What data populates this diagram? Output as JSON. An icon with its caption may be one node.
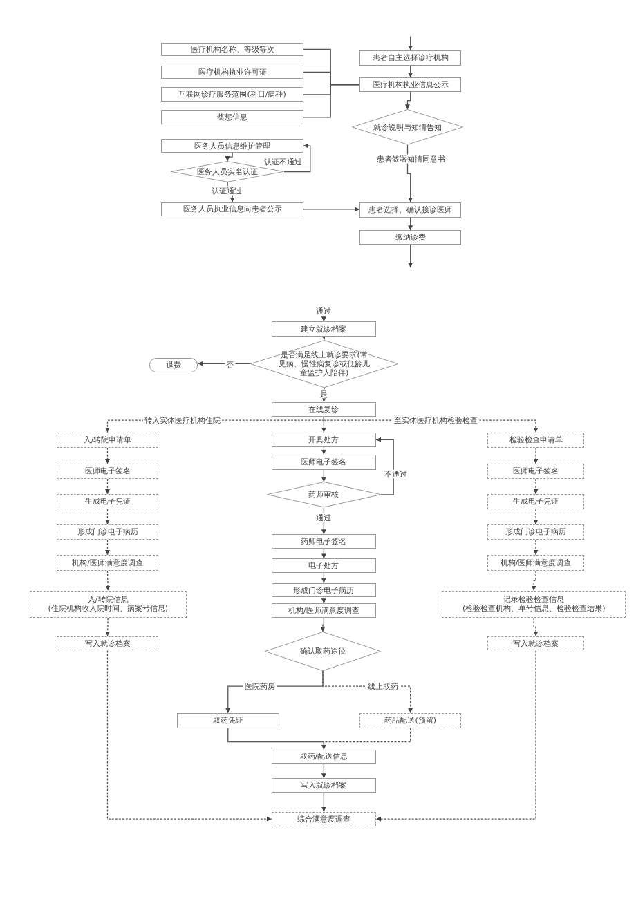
{
  "diagram": {
    "nodes": [
      {
        "text": [
          "医疗机构名称、等级等次"
        ]
      },
      {
        "text": [
          "医疗机构执业许可证"
        ]
      },
      {
        "text": [
          "互联网诊疗服务范围(科目/病种)"
        ]
      },
      {
        "text": [
          "奖惩信息"
        ]
      },
      {
        "text": [
          "患者自主选择诊疗机构"
        ]
      },
      {
        "text": [
          "医疗机构执业信息公示"
        ]
      },
      {
        "text": [
          "就诊说明与知情告知"
        ]
      },
      {
        "text": [
          "医务人员信息维护管理"
        ]
      },
      {
        "text": [
          "医务人员实名认证"
        ]
      },
      {
        "text": [
          "医务人员执业信息向患者公示"
        ]
      },
      {
        "text": [
          "患者选择、确认接诊医师"
        ]
      },
      {
        "text": [
          "缴纳诊费"
        ]
      },
      {
        "text": [
          "建立就诊档案"
        ]
      },
      {
        "text": [
          "是否满足线上就诊要求(常见病、慢性病复诊或低龄儿童监护人陪伴)"
        ]
      },
      {
        "text": [
          "退费"
        ]
      },
      {
        "text": [
          "在线复诊"
        ]
      },
      {
        "text": [
          "入/转院申请单"
        ]
      },
      {
        "text": [
          "医师电子签名"
        ]
      },
      {
        "text": [
          "生成电子凭证"
        ]
      },
      {
        "text": [
          "形成门诊电子病历"
        ]
      },
      {
        "text": [
          "机构/医师满意度调查"
        ]
      },
      {
        "text": [
          "入/转院信息",
          "(住院机构收入院时间、病案号信息)"
        ]
      },
      {
        "text": [
          "写入就诊档案"
        ]
      },
      {
        "text": [
          "开具处方"
        ]
      },
      {
        "text": [
          "医师电子签名"
        ]
      },
      {
        "text": [
          "药师审核"
        ]
      },
      {
        "text": [
          "药师电子签名"
        ]
      },
      {
        "text": [
          "电子处方"
        ]
      },
      {
        "text": [
          "形成门诊电子病历"
        ]
      },
      {
        "text": [
          "机构/医师满意度调查"
        ]
      },
      {
        "text": [
          "确认取药途径"
        ]
      },
      {
        "text": [
          "取药凭证"
        ]
      },
      {
        "text": [
          "药品配送(预留)"
        ]
      },
      {
        "text": [
          "取药/配送信息"
        ]
      },
      {
        "text": [
          "写入就诊档案"
        ]
      },
      {
        "text": [
          "综合满意度调查"
        ]
      },
      {
        "text": [
          "检验检查申请单"
        ]
      },
      {
        "text": [
          "医师电子签名"
        ]
      },
      {
        "text": [
          "生成电子凭证"
        ]
      },
      {
        "text": [
          "形成门诊电子病历"
        ]
      },
      {
        "text": [
          "机构/医师满意度调查"
        ]
      },
      {
        "text": [
          "记录检验检查信息",
          "(检验检查机构、单号信息、检验检查结果)"
        ]
      },
      {
        "text": [
          "写入就诊档案"
        ]
      }
    ],
    "edges": [
      {
        "from": 0,
        "to": 5,
        "arrow": "none"
      },
      {
        "from": 1,
        "to": 5,
        "arrow": "none"
      },
      {
        "from": 2,
        "to": 5,
        "arrow": "none"
      },
      {
        "from": 3,
        "to": 5,
        "arrow": "none"
      },
      {
        "from": null,
        "to": 4,
        "arrow": "to"
      },
      {
        "from": 4,
        "to": 5,
        "arrow": "to"
      },
      {
        "from": 5,
        "to": 6,
        "arrow": "to"
      },
      {
        "from": 6,
        "to": 10,
        "arrow": "to",
        "label": "患者签署知情同意书"
      },
      {
        "from": 10,
        "to": 11,
        "arrow": "to"
      },
      {
        "from": 11,
        "to": null,
        "arrow": "to"
      },
      {
        "from": 7,
        "to": 8,
        "arrow": "to"
      },
      {
        "from": 8,
        "to": 7,
        "arrow": "to",
        "label": "认证不通过"
      },
      {
        "from": 8,
        "to": 9,
        "arrow": "to",
        "label": "认证通过"
      },
      {
        "from": 9,
        "to": 10,
        "arrow": "to"
      },
      {
        "from": null,
        "to": 12,
        "arrow": "to",
        "label": "通过"
      },
      {
        "from": 12,
        "to": 13,
        "arrow": "to"
      },
      {
        "from": 13,
        "to": 14,
        "arrow": "to",
        "label": "否"
      },
      {
        "from": 13,
        "to": 15,
        "arrow": "to",
        "label": "是"
      },
      {
        "from": 15,
        "to": 23,
        "arrow": "to"
      },
      {
        "from": 15,
        "to": 16,
        "arrow": "to",
        "style": "dashed",
        "label": "转入实体医疗机构住院"
      },
      {
        "from": 15,
        "to": 36,
        "arrow": "to",
        "style": "dashed",
        "label": "至实体医疗机构检验检查"
      },
      {
        "from": 16,
        "to": 17,
        "arrow": "to",
        "style": "dashed"
      },
      {
        "from": 17,
        "to": 18,
        "arrow": "to",
        "style": "dashed"
      },
      {
        "from": 18,
        "to": 19,
        "arrow": "to",
        "style": "dashed"
      },
      {
        "from": 19,
        "to": 20,
        "arrow": "to",
        "style": "dashed"
      },
      {
        "from": 20,
        "to": 21,
        "arrow": "to",
        "style": "dashed"
      },
      {
        "from": 21,
        "to": 22,
        "arrow": "to",
        "style": "dashed"
      },
      {
        "from": 22,
        "to": 35,
        "arrow": "to",
        "style": "dashed"
      },
      {
        "from": 23,
        "to": 24,
        "arrow": "to"
      },
      {
        "from": 24,
        "to": 25,
        "arrow": "to"
      },
      {
        "from": 25,
        "to": 23,
        "arrow": "to",
        "label": "不通过"
      },
      {
        "from": 25,
        "to": 26,
        "arrow": "to",
        "label": "通过"
      },
      {
        "from": 26,
        "to": 27,
        "arrow": "to"
      },
      {
        "from": 27,
        "to": 28,
        "arrow": "to"
      },
      {
        "from": 28,
        "to": 29,
        "arrow": "to"
      },
      {
        "from": 29,
        "to": 30,
        "arrow": "to"
      },
      {
        "from": 30,
        "to": 31,
        "arrow": "to",
        "label": "医院药房"
      },
      {
        "from": 30,
        "to": 32,
        "arrow": "to",
        "style": "dashed",
        "label": "线上取药"
      },
      {
        "from": 31,
        "to": 33,
        "arrow": "to"
      },
      {
        "from": 32,
        "to": 33,
        "arrow": "to",
        "style": "dashed"
      },
      {
        "from": 33,
        "to": 34,
        "arrow": "to"
      },
      {
        "from": 34,
        "to": 35,
        "arrow": "to"
      },
      {
        "from": 36,
        "to": 37,
        "arrow": "to",
        "style": "dashed"
      },
      {
        "from": 37,
        "to": 38,
        "arrow": "to",
        "style": "dashed"
      },
      {
        "from": 38,
        "to": 39,
        "arrow": "to",
        "style": "dashed"
      },
      {
        "from": 39,
        "to": 40,
        "arrow": "to",
        "style": "dashed"
      },
      {
        "from": 40,
        "to": 41,
        "arrow": "to",
        "style": "dashed"
      },
      {
        "from": 41,
        "to": 42,
        "arrow": "to",
        "style": "dashed"
      },
      {
        "from": 42,
        "to": 35,
        "arrow": "to",
        "style": "dashed"
      }
    ]
  }
}
